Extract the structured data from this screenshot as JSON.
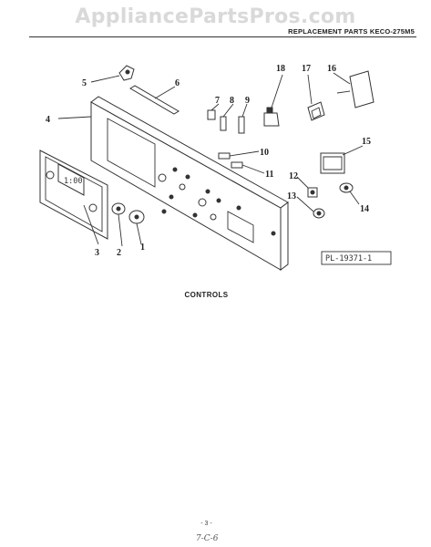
{
  "watermark": "AppliancePartsPros.com",
  "header": {
    "title": "REPLACEMENT PARTS KECO-275M5"
  },
  "diagram": {
    "callouts": [
      "1",
      "2",
      "3",
      "4",
      "5",
      "6",
      "7",
      "8",
      "9",
      "10",
      "11",
      "12",
      "13",
      "14",
      "15",
      "16",
      "17",
      "18"
    ],
    "display_text": "1:00",
    "reference_id": "PL-19371-1"
  },
  "caption": "CONTROLS",
  "footer": {
    "page_number": "- 3 -",
    "handwritten_note": "7-C-6"
  }
}
